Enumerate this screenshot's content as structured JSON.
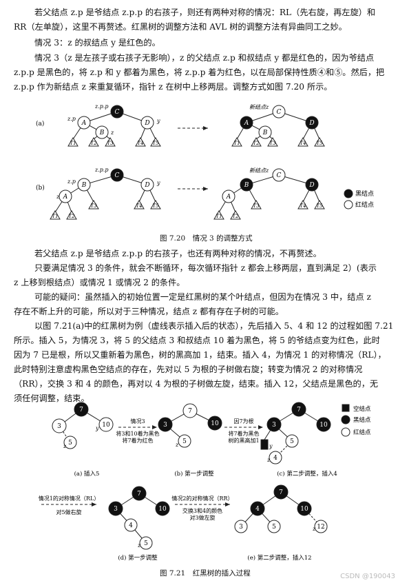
{
  "text": {
    "p1a": "若父结点 z.p 是爷结点 z.p.p 的右孩子，则还有两种对称的情况：RL（先右旋，再左旋）和",
    "p1b": "RR（左单旋），这里不再赘述。红黑树的调整方法和 AVL 树的调整方法有异曲同工之妙。",
    "case3_head": "情况 3：z 的叔结点 y 是红色的。",
    "p2a": "情况 3（z 是左孩子或右孩子无影响），z 的父结点 z.p 和叔结点 y 都是红色的，因为爷结点",
    "p2b": "z.p.p 是黑色的，将 z.p 和 y 都着为黑色，将 z.p.p 着为红色，以在局部保持性质④和⑤。然后，把",
    "p2c": "z.p.p 作为新结点 z 来重复循环，指针 z 在树中上移两层。调整方式如图 7.20 所示。",
    "p3": "若父结点 z.p 是爷结点 z.p.p 的右孩子，也还有两种对称的情况，不再赘述。",
    "p4a": "只要满足情况 3 的条件，就会不断循环，每次循环指针 z 都会上移两层，直到满足 2）(表示",
    "p4b": "z 上移到根结点）或情况 1 或情况 2 的条件。",
    "p5a": "可能的疑问：虽然插入的初始位置一定是红黑树的某个叶结点，但因为在情况 3 中，结点 z",
    "p5b": "存在不断上升的可能，所以对于三种情况，结点 z 都有存在子树的可能。",
    "p6a": "以图 7.21(a)中的红黑树为例（虚线表示插入后的状态），先后插入 5、4 和 12 的过程如图 7.21",
    "p6b": "所示。插入 5，为情况 3，将 5 的父结点 3 和叔结点 10 着为黑色，将 5 的爷结点变为红色，此时",
    "p6c": "因为 7 已是根，所以又重新着为黑色，树的黑高加 1，结束。插入 4，为情况 1 的对称情况（RL），",
    "p6d": "此时特别注意虚构黑色空结点的存在，先对以 5 为根的子树做右旋；转变为情况 2 的对称情况",
    "p6e": "（RR），交换 3 和 4 的颜色，再对以 4 为根的子树做左旋，结束。插入 12，父结点是黑色的，无",
    "p6f": "须任何调整，结束。"
  },
  "fig720": {
    "caption": "图 7.20　情况 3 的调整方式",
    "label_a": "(a)",
    "label_b": "(b)",
    "legend_black": "黑结点",
    "legend_red": "红结点",
    "nodes": {
      "A": "A",
      "B": "B",
      "C": "C",
      "D": "D"
    },
    "subtrees": {
      "t1": "T1",
      "t2": "T2",
      "t3": "T3",
      "t4": "T4",
      "t5": "T5"
    },
    "ptr": {
      "zpp": "z.p.p",
      "zp": "z.p",
      "z": "z",
      "y": "y",
      "newz": "新结点z"
    }
  },
  "fig721": {
    "caption": "图 7.21　红黑树的插入过程",
    "legend_empty": "空结点",
    "legend_black": "黑结点",
    "legend_red": "红结点",
    "step1_title": "情况3",
    "step1_line1": "将3和10着为黑色",
    "step1_line2": "将7着为红色",
    "step2_title": "因7为根",
    "step2_line1": "将7着为黑色",
    "step2_line2": "树的黑高加1",
    "step3_title": "情况1的对称情况（RL）",
    "step3_line1": "对5做右旋",
    "step4_title": "情况2的对称情况（RR）",
    "step4_line1": "交换3和4的颜色",
    "step4_line2": "对3做左旋",
    "sub_a": "(a) 插入5",
    "sub_b": "(b) 第一步调整",
    "sub_c": "(c) 第二步调整，插入4",
    "sub_d": "(d) 第一步调整",
    "sub_e": "(e) 第二步调整，插入12",
    "n7": "7",
    "n3": "3",
    "n10": "10",
    "n5": "5",
    "n4": "4",
    "n12": "12",
    "lz": "z",
    "ly": "y"
  },
  "watermark": "CSDN @190043"
}
